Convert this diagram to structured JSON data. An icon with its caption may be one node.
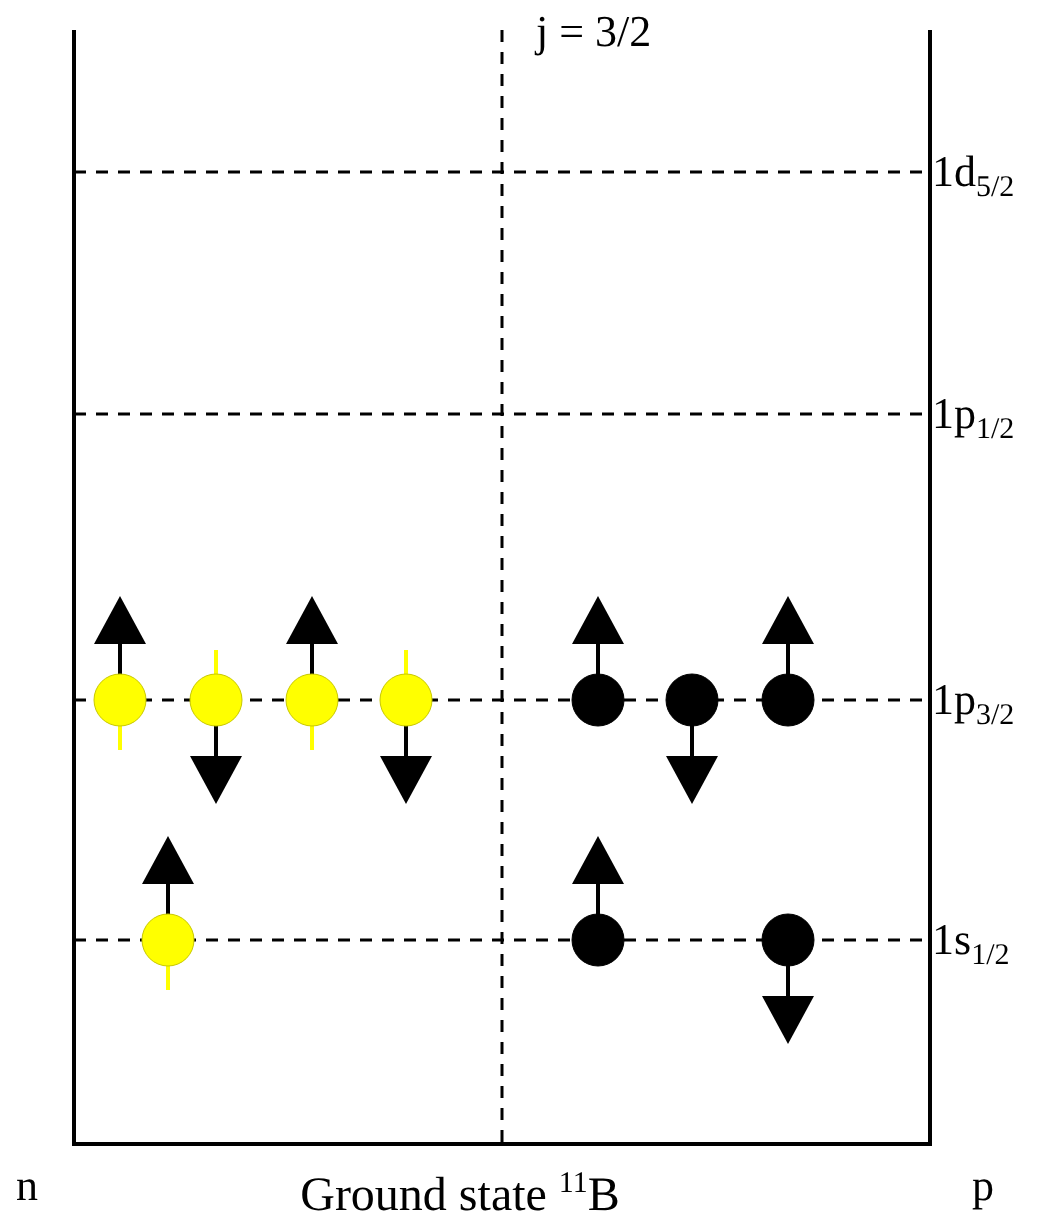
{
  "diagram": {
    "caption": "Ground state $^{11}$B",
    "labels": [
      "j = 3/2",
      "1d$_{5/2}$",
      "1p$_{1/2}$",
      "1p$_{3/2}$",
      "1s$_{1/2}$",
      "n",
      "p"
    ]
  }
}
